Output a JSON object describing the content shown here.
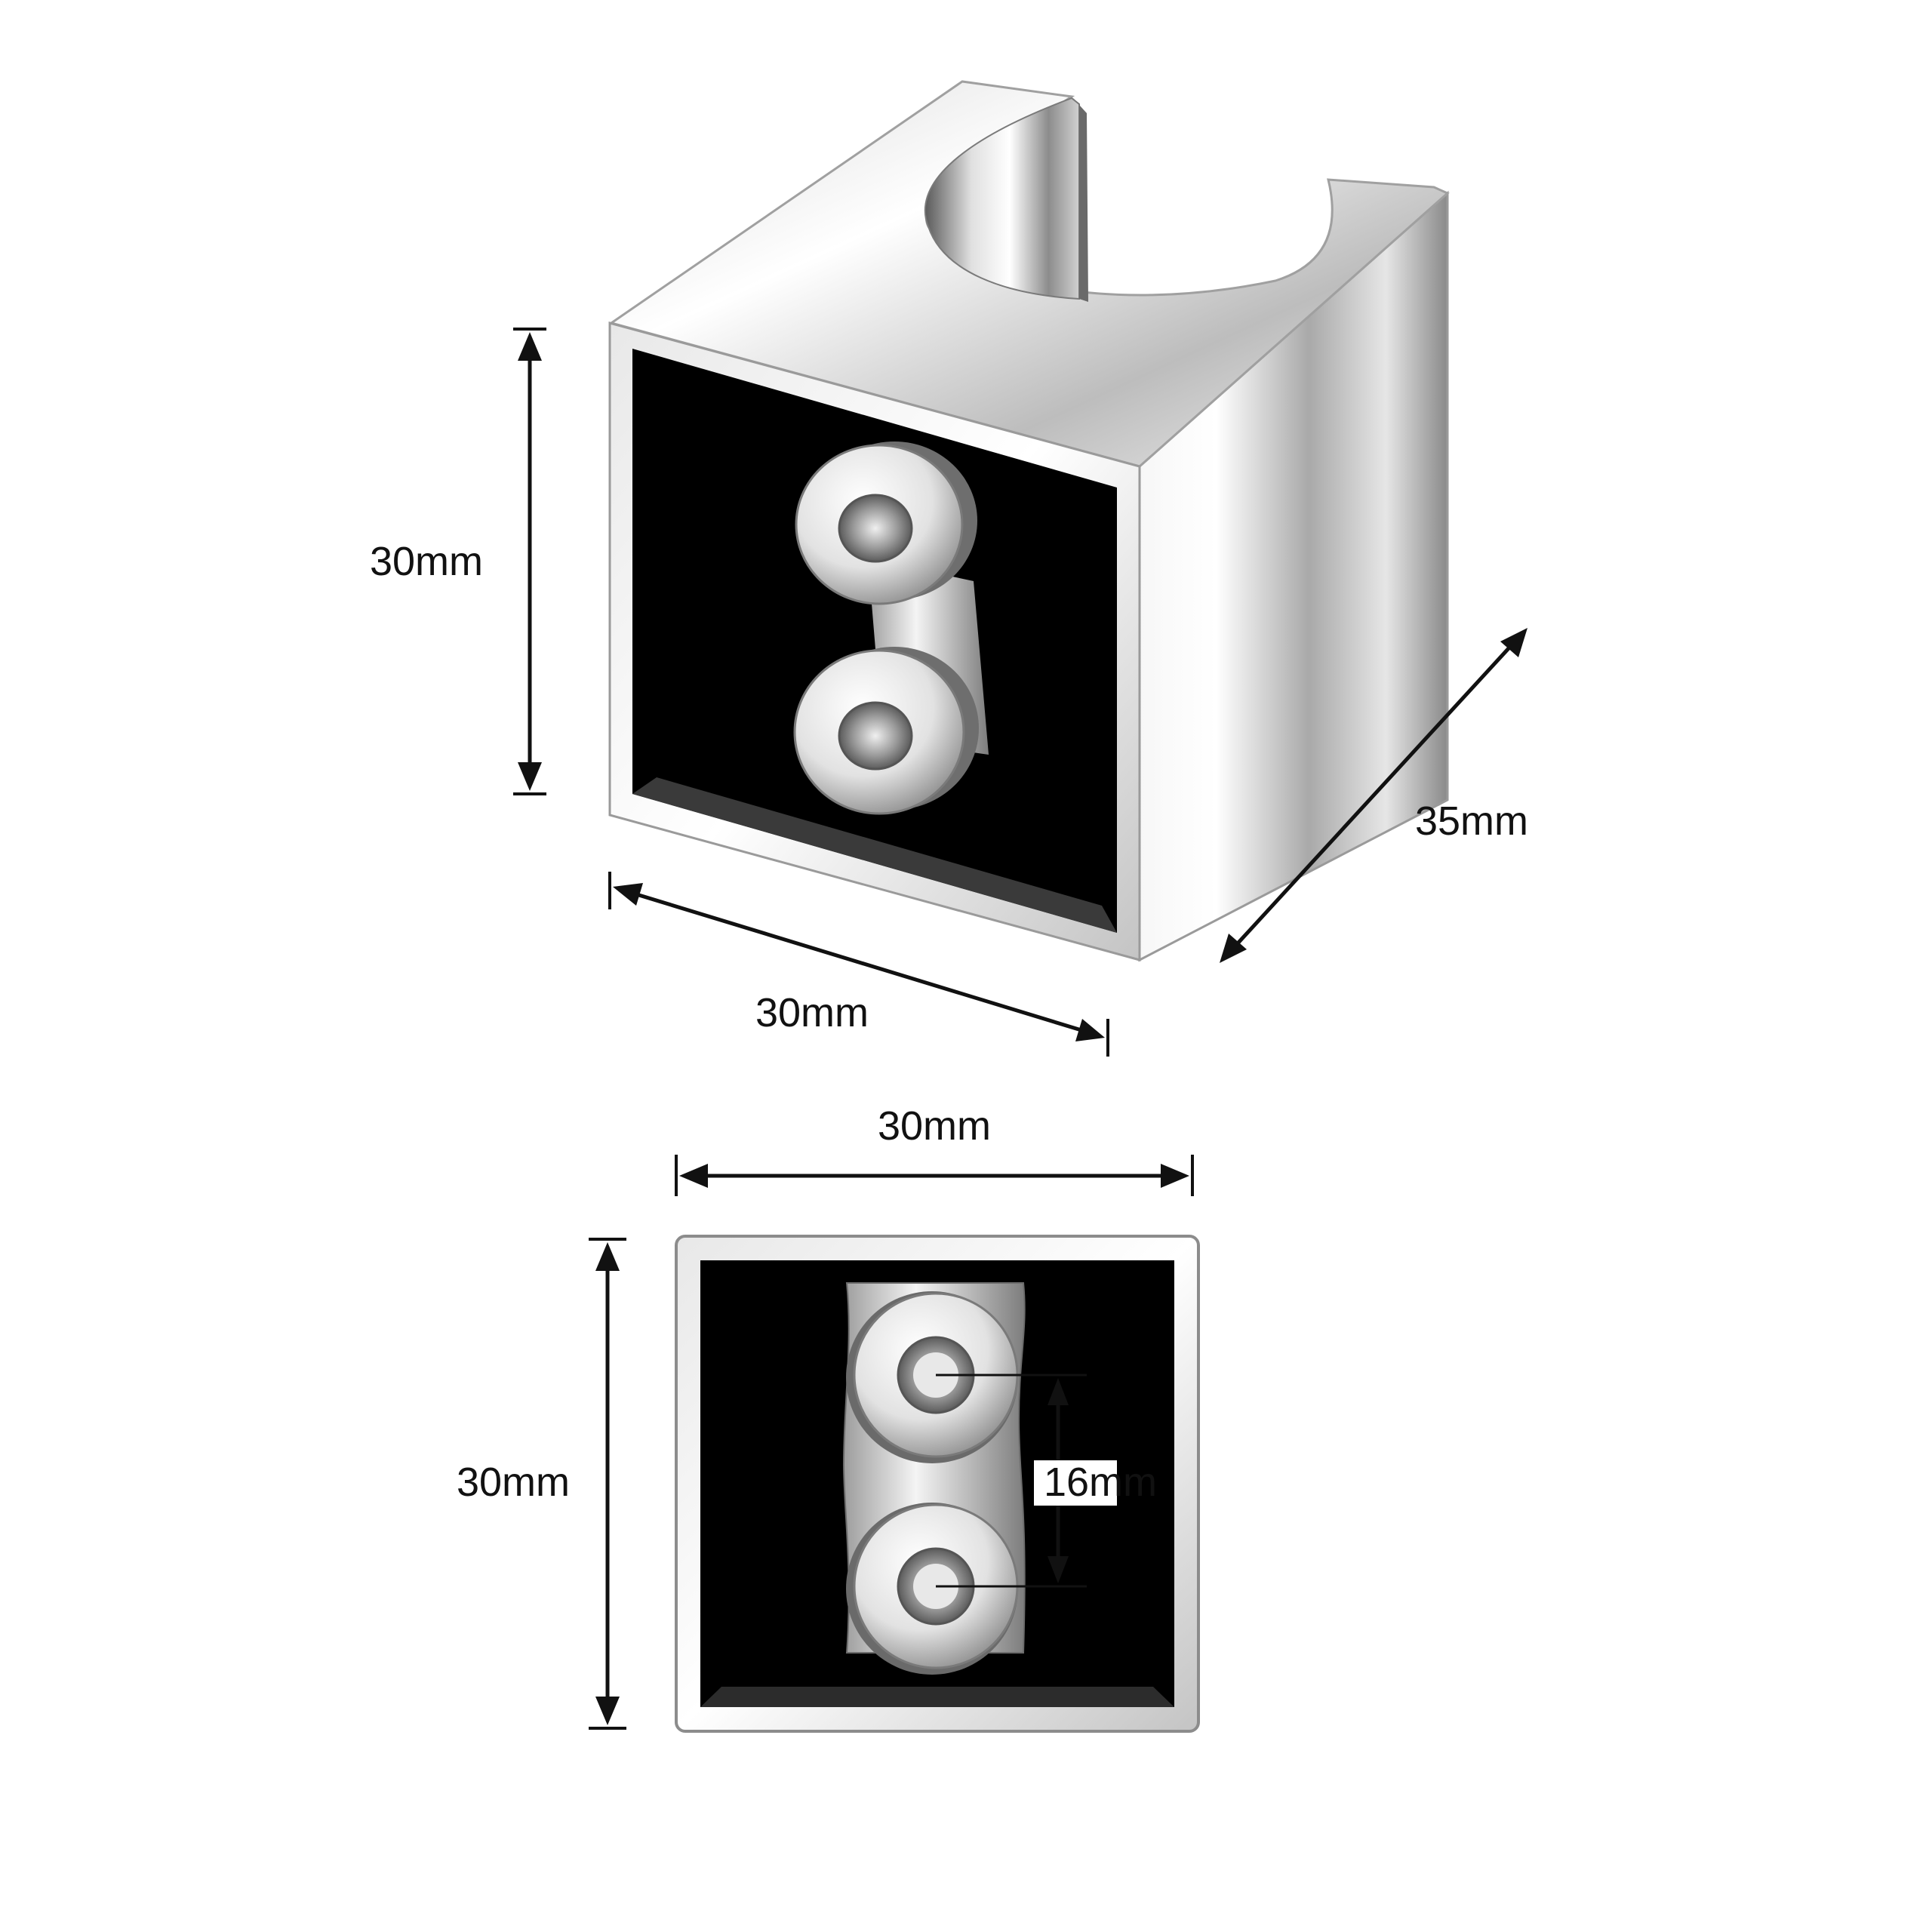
{
  "dimensions": {
    "perspective_height": "30mm",
    "perspective_width": "30mm",
    "perspective_depth": "35mm",
    "front_width": "30mm",
    "front_height": "30mm",
    "hole_spacing": "16mm"
  },
  "colors": {
    "chrome_light": "#f4f4f4",
    "chrome_mid": "#b8b8b8",
    "chrome_dark": "#4a4a4a",
    "cavity": "#000000",
    "annotation": "#111111",
    "background": "#ffffff"
  }
}
